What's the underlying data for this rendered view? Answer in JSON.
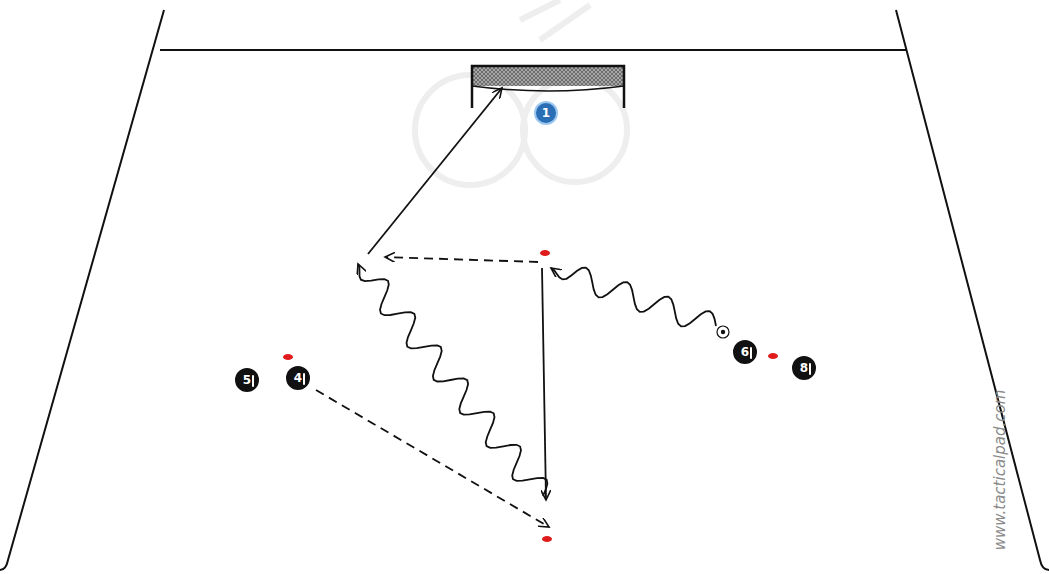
{
  "diagram": {
    "nodes": [
      {
        "text": [
          "1"
        ]
      },
      {
        "text": [
          "5"
        ]
      },
      {
        "text": [
          "4"
        ]
      },
      {
        "text": [
          "6"
        ]
      },
      {
        "text": [
          "8"
        ]
      }
    ],
    "labels": [
      "www.tacticalpad.com"
    ]
  }
}
